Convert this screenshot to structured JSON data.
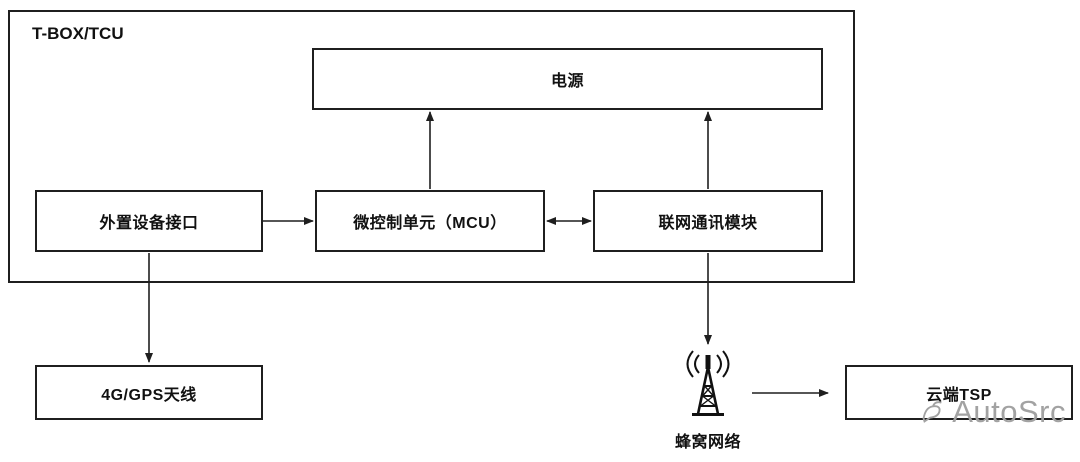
{
  "title": "T-BOX/TCU",
  "nodes": {
    "power": "电源",
    "external_interface": "外置设备接口",
    "mcu": "微控制单元（MCU）",
    "network_module": "联网通讯模块",
    "antenna": "4G/GPS天线",
    "cellular_network": "蜂窝网络",
    "cloud_tsp": "云端TSP"
  },
  "watermark": "AutoSrc",
  "colors": {
    "line": "#1f1f1f",
    "box_border": "#1f1f1f",
    "box_background": "#ffffff",
    "watermark": "#a2a2a2",
    "background": "#ffffff"
  }
}
